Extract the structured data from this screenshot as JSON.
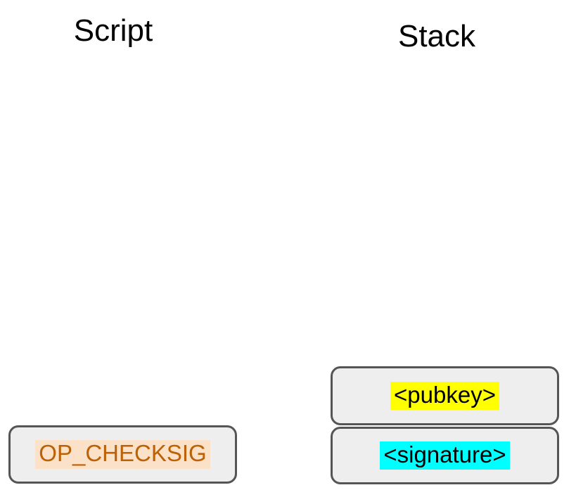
{
  "diagram": {
    "type": "bitcoin-script-execution",
    "background_color": "#ffffff",
    "columns": [
      {
        "id": "script",
        "heading": "Script",
        "items": [
          {
            "label": "OP_CHECKSIG",
            "highlight": "peach",
            "highlight_color": "#fae1c8",
            "text_color": "#bc6105"
          }
        ]
      },
      {
        "id": "stack",
        "heading": "Stack",
        "items": [
          {
            "label": "<pubkey>",
            "highlight": "yellow",
            "highlight_color": "#ffff00",
            "text_color": "#000000"
          },
          {
            "label": "<signature>",
            "highlight": "cyan",
            "highlight_color": "#00ffff",
            "text_color": "#000000"
          }
        ]
      }
    ],
    "box_style": {
      "fill": "#eeeeee",
      "border": "#555555",
      "radius": "14px"
    }
  }
}
